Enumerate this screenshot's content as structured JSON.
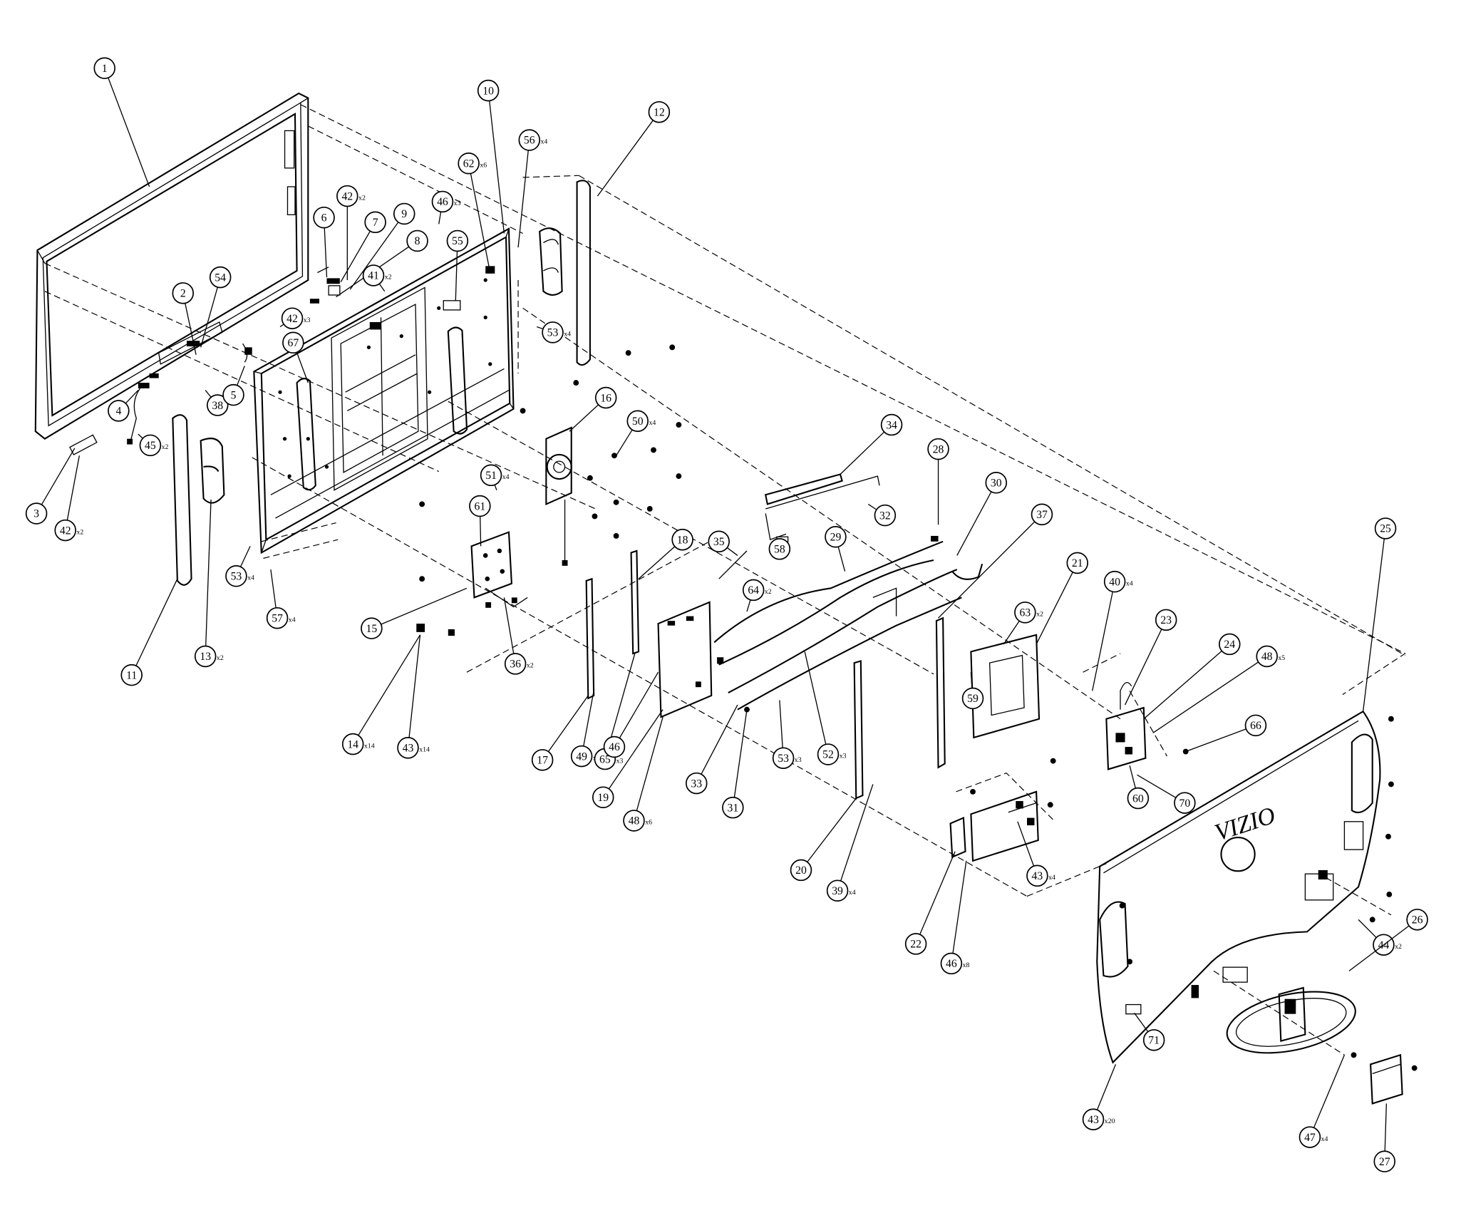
{
  "brand": {
    "logo_text": "VIZIO"
  },
  "callouts": [
    {
      "num": "1",
      "qty": ""
    },
    {
      "num": "10",
      "qty": ""
    },
    {
      "num": "12",
      "qty": ""
    },
    {
      "num": "56",
      "qty": "x4"
    },
    {
      "num": "62",
      "qty": "x6"
    },
    {
      "num": "46",
      "qty": "x3"
    },
    {
      "num": "42",
      "qty": "x2"
    },
    {
      "num": "6",
      "qty": ""
    },
    {
      "num": "7",
      "qty": ""
    },
    {
      "num": "9",
      "qty": ""
    },
    {
      "num": "8",
      "qty": ""
    },
    {
      "num": "55",
      "qty": ""
    },
    {
      "num": "41",
      "qty": "x2"
    },
    {
      "num": "2",
      "qty": ""
    },
    {
      "num": "54",
      "qty": ""
    },
    {
      "num": "42",
      "qty": "x3"
    },
    {
      "num": "67",
      "qty": ""
    },
    {
      "num": "53",
      "qty": "x4"
    },
    {
      "num": "16",
      "qty": ""
    },
    {
      "num": "50",
      "qty": "x4"
    },
    {
      "num": "4",
      "qty": ""
    },
    {
      "num": "38",
      "qty": ""
    },
    {
      "num": "5",
      "qty": ""
    },
    {
      "num": "45",
      "qty": "x2"
    },
    {
      "num": "3",
      "qty": ""
    },
    {
      "num": "42",
      "qty": "x2"
    },
    {
      "num": "34",
      "qty": ""
    },
    {
      "num": "28",
      "qty": ""
    },
    {
      "num": "30",
      "qty": ""
    },
    {
      "num": "51",
      "qty": "x4"
    },
    {
      "num": "32",
      "qty": ""
    },
    {
      "num": "37",
      "qty": ""
    },
    {
      "num": "61",
      "qty": ""
    },
    {
      "num": "53",
      "qty": "x4"
    },
    {
      "num": "57",
      "qty": "x4"
    },
    {
      "num": "13",
      "qty": "x2"
    },
    {
      "num": "11",
      "qty": ""
    },
    {
      "num": "15",
      "qty": ""
    },
    {
      "num": "18",
      "qty": ""
    },
    {
      "num": "35",
      "qty": ""
    },
    {
      "num": "58",
      "qty": ""
    },
    {
      "num": "29",
      "qty": ""
    },
    {
      "num": "21",
      "qty": ""
    },
    {
      "num": "25",
      "qty": ""
    },
    {
      "num": "40",
      "qty": "x4"
    },
    {
      "num": "64",
      "qty": "x2"
    },
    {
      "num": "63",
      "qty": "x2"
    },
    {
      "num": "23",
      "qty": ""
    },
    {
      "num": "24",
      "qty": ""
    },
    {
      "num": "48",
      "qty": "x5"
    },
    {
      "num": "36",
      "qty": "x2"
    },
    {
      "num": "14",
      "qty": "x14"
    },
    {
      "num": "43",
      "qty": "x14"
    },
    {
      "num": "17",
      "qty": ""
    },
    {
      "num": "49",
      "qty": "x2"
    },
    {
      "num": "65",
      "qty": "x3"
    },
    {
      "num": "46",
      "qty": ""
    },
    {
      "num": "19",
      "qty": ""
    },
    {
      "num": "48",
      "qty": "x6"
    },
    {
      "num": "33",
      "qty": ""
    },
    {
      "num": "31",
      "qty": ""
    },
    {
      "num": "53",
      "qty": "x3"
    },
    {
      "num": "52",
      "qty": "x3"
    },
    {
      "num": "59",
      "qty": ""
    },
    {
      "num": "66",
      "qty": ""
    },
    {
      "num": "60",
      "qty": ""
    },
    {
      "num": "70",
      "qty": ""
    },
    {
      "num": "20",
      "qty": ""
    },
    {
      "num": "39",
      "qty": "x4"
    },
    {
      "num": "43",
      "qty": "x4"
    },
    {
      "num": "22",
      "qty": ""
    },
    {
      "num": "46",
      "qty": "x8"
    },
    {
      "num": "44",
      "qty": "x2"
    },
    {
      "num": "26",
      "qty": ""
    },
    {
      "num": "71",
      "qty": ""
    },
    {
      "num": "43",
      "qty": "x20"
    },
    {
      "num": "47",
      "qty": "x4"
    },
    {
      "num": "27",
      "qty": ""
    }
  ]
}
